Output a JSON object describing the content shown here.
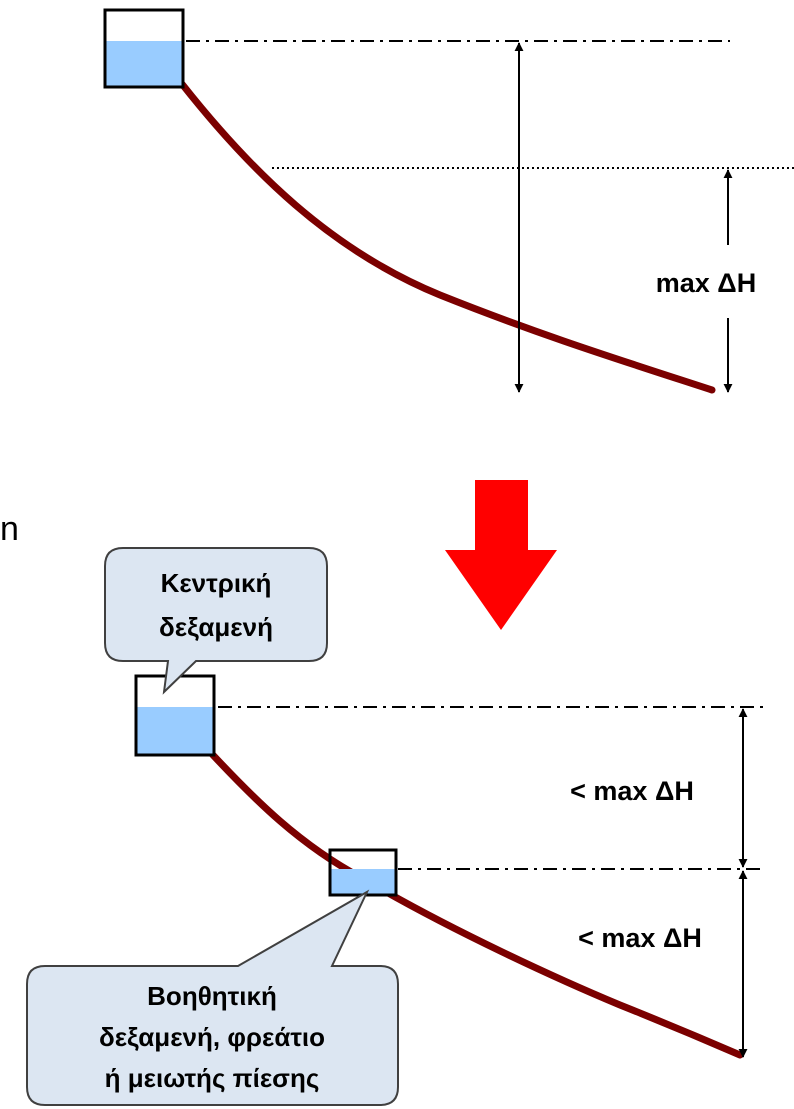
{
  "labels": {
    "top_head": "max ΔH",
    "bottom_upper_head": "< max ΔH",
    "bottom_lower_head": "< max ΔH"
  },
  "callouts": {
    "central_tank": {
      "line1": "Κεντρική",
      "line2": "δεξαμενή"
    },
    "auxiliary_tank": {
      "line1": "Βοηθητική",
      "line2": "δεξαμενή, φρεάτιο",
      "line3": "ή μειωτής πίεσης"
    }
  },
  "colors": {
    "pipe": "#7B0000",
    "water": "#99CCFF",
    "arrow_down": "#FF0000",
    "callout_fill": "#DCE6F2",
    "callout_stroke": "#404040"
  }
}
